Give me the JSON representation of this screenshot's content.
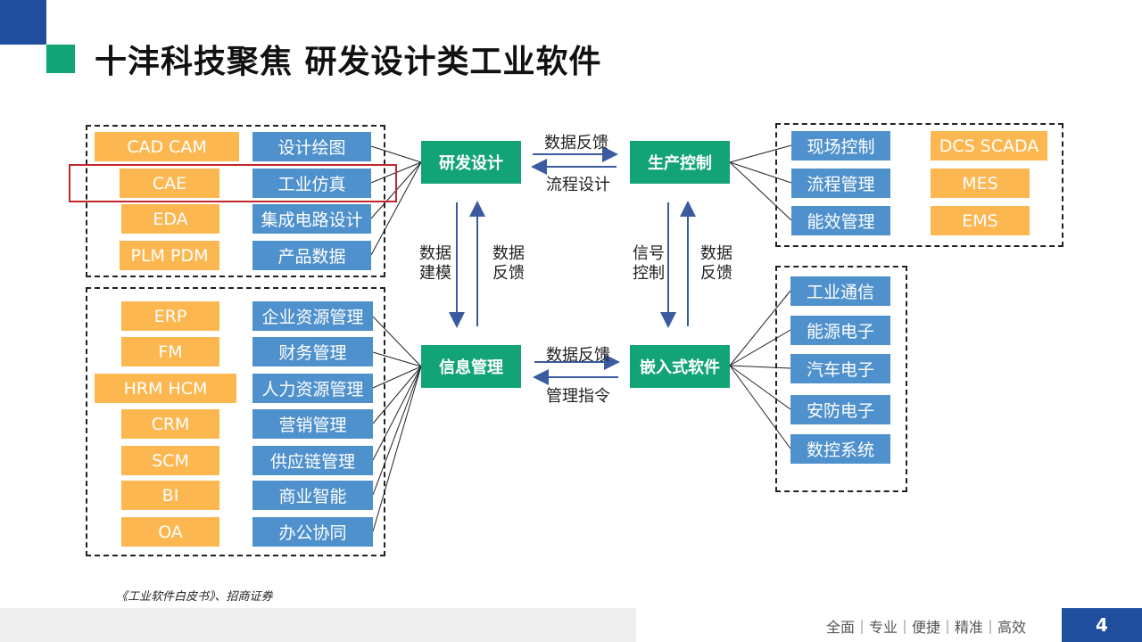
{
  "title": "十沣科技聚焦 研发设计类工业软件",
  "colors": {
    "accent_blue": "#1F4E9E",
    "accent_green": "#12A376",
    "orange": "#FDB750",
    "blue_box": "#4F91CD",
    "highlight_red": "#C0282D"
  },
  "hubs": {
    "rd": "研发设计",
    "prod": "生产控制",
    "info": "信息管理",
    "embedded": "嵌入式软件"
  },
  "rd_group": {
    "left": [
      "CAD CAM",
      "CAE",
      "EDA",
      "PLM PDM"
    ],
    "right": [
      "设计绘图",
      "工业仿真",
      "集成电路设计",
      "产品数据"
    ]
  },
  "info_group": {
    "left": [
      "ERP",
      "FM",
      "HRM HCM",
      "CRM",
      "SCM",
      "BI",
      "OA"
    ],
    "right": [
      "企业资源管理",
      "财务管理",
      "人力资源管理",
      "营销管理",
      "供应链管理",
      "商业智能",
      "办公协同"
    ]
  },
  "prod_group": {
    "left": [
      "现场控制",
      "流程管理",
      "能效管理"
    ],
    "right": [
      "DCS SCADA",
      "MES",
      "EMS"
    ]
  },
  "embedded_group": [
    "工业通信",
    "能源电子",
    "汽车电子",
    "安防电子",
    "数控系统"
  ],
  "flows": {
    "top_forward": "数据反馈",
    "top_back": "流程设计",
    "bottom_forward": "数据反馈",
    "bottom_back": "管理指令",
    "left_down": "数据建模",
    "left_up": "数据反馈",
    "right_down": "信号控制",
    "right_up": "数据反馈"
  },
  "footer": {
    "source": "《工业软件白皮书》、招商证券",
    "tagline": "全面｜专业｜便捷｜精准｜高效",
    "page": "4"
  }
}
